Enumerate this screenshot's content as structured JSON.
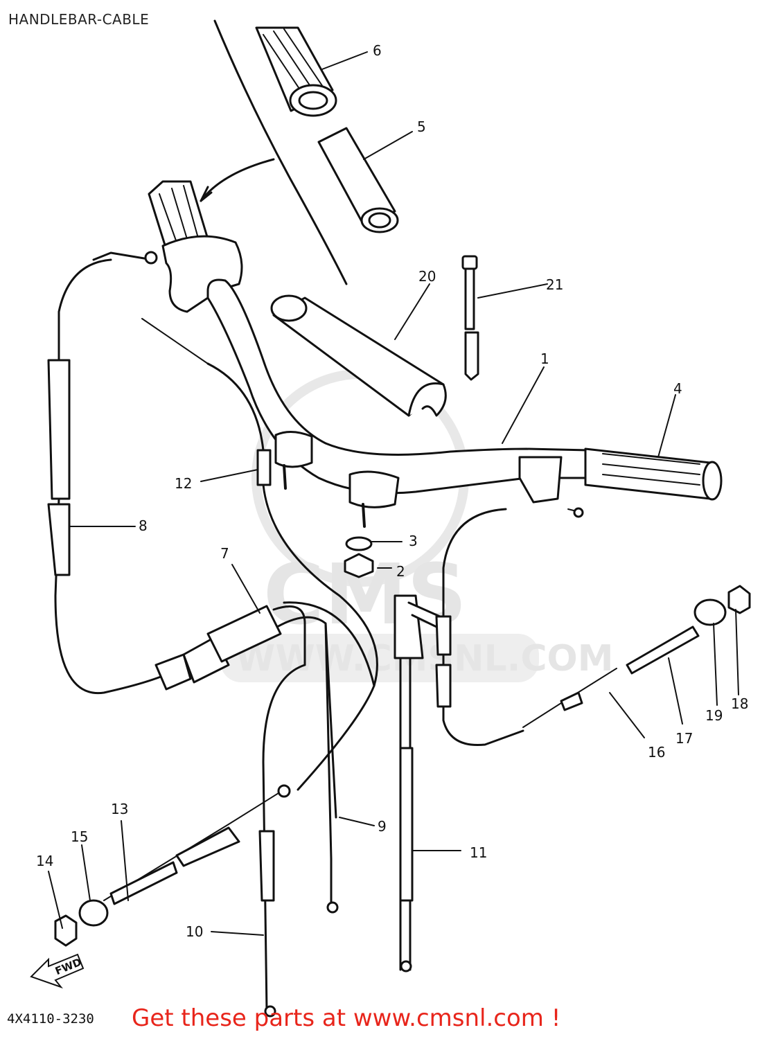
{
  "title": "HANDLEBAR-CABLE",
  "drawing_code": "4X4110-3230",
  "footer": "Get these parts at www.cmsnl.com !",
  "watermark": {
    "logo_text": "CMS",
    "url_text": "WWW.CMSNL.COM"
  },
  "fwd_label": "FWD",
  "callouts": [
    "1",
    "2",
    "3",
    "4",
    "5",
    "6",
    "7",
    "8",
    "9",
    "10",
    "11",
    "12",
    "13",
    "14",
    "15",
    "16",
    "17",
    "18",
    "19",
    "20",
    "21"
  ],
  "colors": {
    "line": "#111111",
    "footer": "#e8251b",
    "watermark": "#e5e5e5"
  }
}
